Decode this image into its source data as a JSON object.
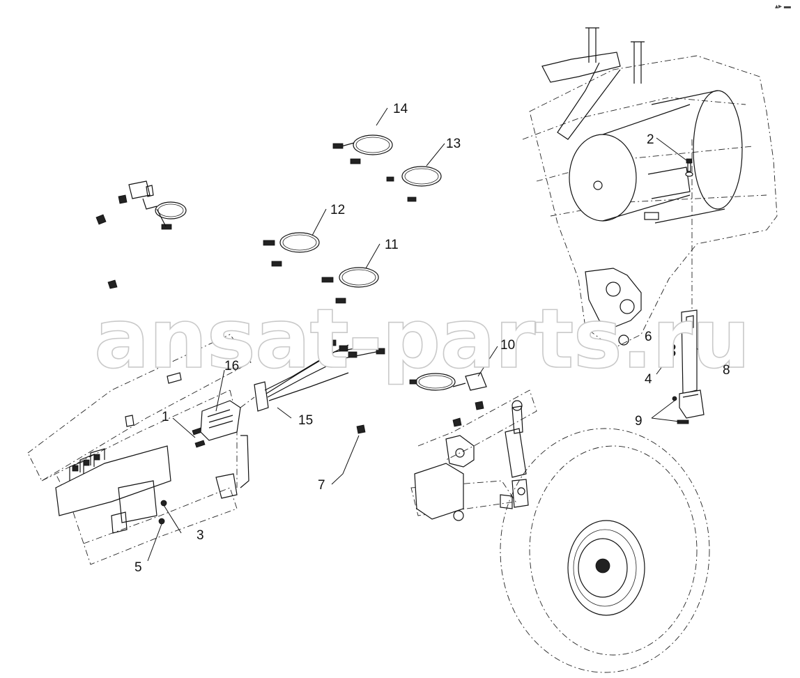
{
  "callouts": [
    {
      "id": "1",
      "label": "1"
    },
    {
      "id": "2",
      "label": "2"
    },
    {
      "id": "3",
      "label": "3"
    },
    {
      "id": "4",
      "label": "4"
    },
    {
      "id": "5",
      "label": "5"
    },
    {
      "id": "6",
      "label": "6"
    },
    {
      "id": "7",
      "label": "7"
    },
    {
      "id": "8",
      "label": "8"
    },
    {
      "id": "9",
      "label": "9"
    },
    {
      "id": "10",
      "label": "10"
    },
    {
      "id": "11",
      "label": "11"
    },
    {
      "id": "12",
      "label": "12"
    },
    {
      "id": "13",
      "label": "13"
    },
    {
      "id": "14",
      "label": "14"
    },
    {
      "id": "15",
      "label": "15"
    },
    {
      "id": "16",
      "label": "16"
    }
  ],
  "watermark": "ansat-parts.ru",
  "corner_mark": "▴▸ ▬"
}
